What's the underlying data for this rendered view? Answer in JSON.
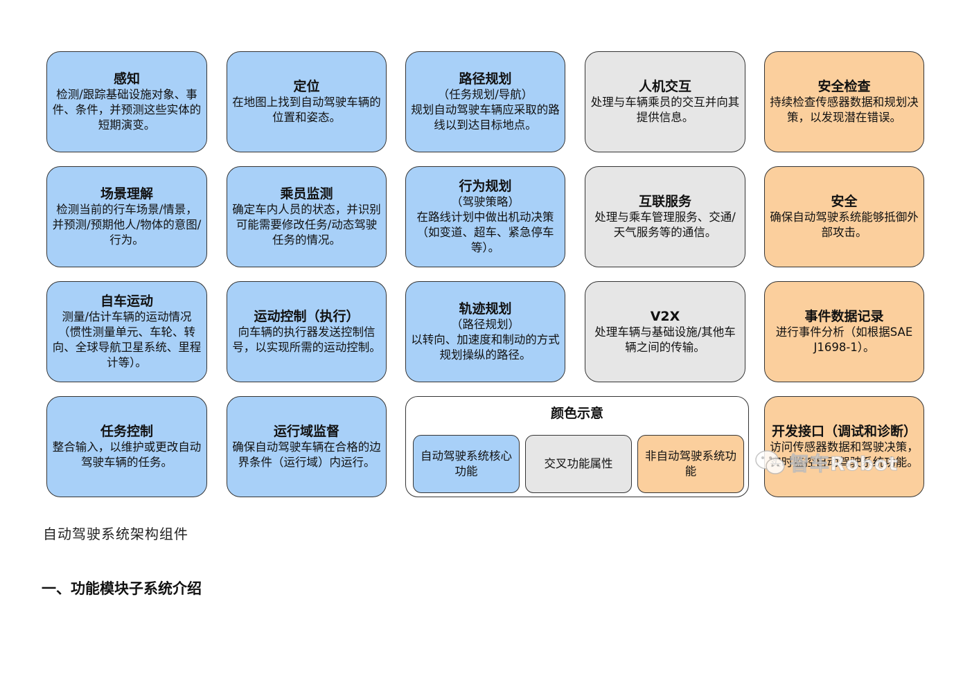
{
  "cards": [
    {
      "title": "感知",
      "body": "检测/跟踪基础设施对象、事件、条件，并预测这些实体的短期演变。"
    },
    {
      "title": "定位",
      "body": "在地图上找到自动驾驶车辆的位置和姿态。"
    },
    {
      "title": "路径规划",
      "subtitle": "（任务规划/导航）",
      "body": "规划自动驾驶车辆应采取的路线以到达目标地点。"
    },
    {
      "title": "人机交互",
      "body": "处理与车辆乘员的交互并向其提供信息。"
    },
    {
      "title": "安全检查",
      "body": "持续检查传感器数据和规划决策，以发现潜在错误。"
    },
    {
      "title": "场景理解",
      "body": "检测当前的行车场景/情景，并预测/预期他人/物体的意图/行为。"
    },
    {
      "title": "乘员监测",
      "body": "确定车内人员的状态，并识别可能需要修改任务/动态驾驶任务的情况。"
    },
    {
      "title": "行为规划",
      "subtitle": "（驾驶策略）",
      "body": "在路线计划中做出机动决策（如变道、超车、紧急停车等）。"
    },
    {
      "title": "互联服务",
      "body": "处理与乘车管理服务、交通/天气服务等的通信。"
    },
    {
      "title": "安全",
      "body": "确保自动驾驶系统能够抵御外部攻击。"
    },
    {
      "title": "自车运动",
      "body": "测量/估计车辆的运动情况（惯性测量单元、车轮、转向、全球导航卫星系统、里程计等）。"
    },
    {
      "title": "运动控制（执行）",
      "body": "向车辆的执行器发送控制信号，以实现所需的运动控制。"
    },
    {
      "title": "轨迹规划",
      "subtitle": "（路径规划）",
      "body": "以转向、加速度和制动的方式规划操纵的路径。"
    },
    {
      "title": "V2X",
      "body": "处理车辆与基础设施/其他车辆之间的传输。"
    },
    {
      "title": "事件数据记录",
      "body": "进行事件分析（如根据SAE J1698-1）。"
    },
    {
      "title": "任务控制",
      "body": "整合输入，以维护或更改自动驾驶车辆的任务。"
    },
    {
      "title": "运行域监督",
      "body": "确保自动驾驶车辆在合格的边界条件（运行域）内运行。"
    },
    {
      "title": "开发接口（调试和诊断）",
      "body": "访问传感器数据和驾驶决策，实时监控自动驾驶系统功能。"
    }
  ],
  "legend": {
    "title": "颜色示意",
    "items": [
      {
        "label": "自动驾驶系统核心功能",
        "color": "#a8d0f8"
      },
      {
        "label": "交叉功能属性",
        "color": "#e6e6e6"
      },
      {
        "label": "非自动驾驶系统功能",
        "color": "#fbcf9d"
      }
    ]
  },
  "colors": {
    "core": "#a8d0f8",
    "cross": "#e6e6e6",
    "non_ads": "#fbcf9d"
  },
  "caption": "自动驾驶系统架构组件",
  "section_heading": "一、功能模块子系统介绍",
  "watermark": {
    "text": "智车Robot",
    "icon": "wechat-icon"
  }
}
